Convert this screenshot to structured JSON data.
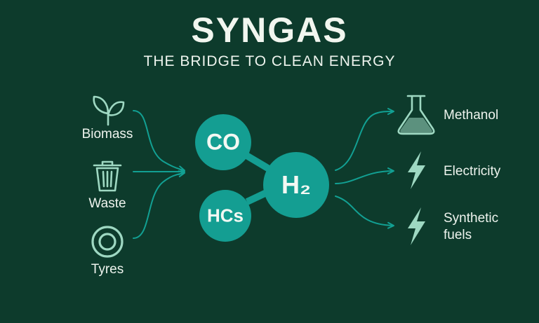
{
  "title": "SYNGAS",
  "subtitle": "THE BRIDGE TO CLEAN ENERGY",
  "inputs": [
    {
      "label": "Biomass",
      "icon": "leaf-icon"
    },
    {
      "label": "Waste",
      "icon": "trash-bin-icon"
    },
    {
      "label": "Tyres",
      "icon": "tyre-icon"
    }
  ],
  "molecules": {
    "co": "CO",
    "h2": "H₂",
    "hcs": "HCs"
  },
  "outputs": [
    {
      "line1": "Methanol",
      "line2": "",
      "icon": "flask-icon"
    },
    {
      "line1": "Electricity",
      "line2": "",
      "icon": "lightning-icon"
    },
    {
      "line1": "Synthetic",
      "line2": "fuels",
      "icon": "lightning-icon"
    }
  ],
  "colors": {
    "background": "#0d3b2c",
    "teal": "#149e92",
    "icon": "#9ed8c2",
    "arrow": "#12a093"
  }
}
